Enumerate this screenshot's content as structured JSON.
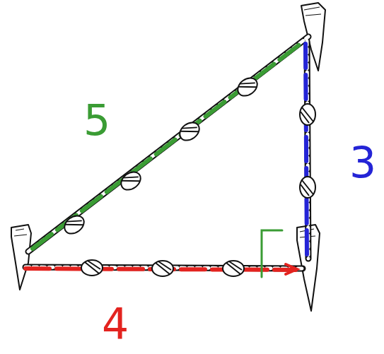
{
  "diagram": {
    "labels": [
      "5",
      "3",
      "4"
    ]
  }
}
